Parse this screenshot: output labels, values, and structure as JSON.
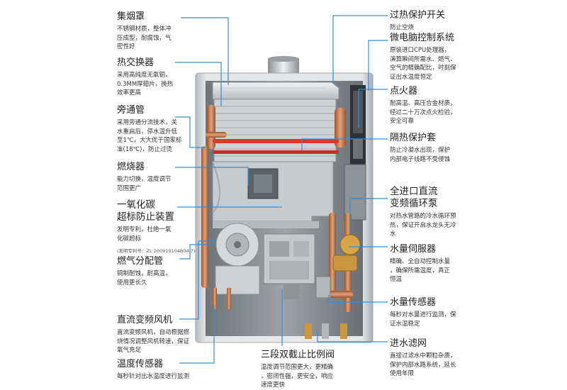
{
  "components": {
    "hood": {
      "title": "集烟罩",
      "desc": "不锈钢材质，整体冲\n压成型，耐腐蚀，气\n密性好"
    },
    "exchanger": {
      "title": "热交换器",
      "desc": "采用高纯度无氧铜，\n0.3MM厚翅片，换热\n效率更高"
    },
    "bypass": {
      "title": "旁通管",
      "desc": "采用旁通分流技术，关\n水重启后，停水温升低\n至1℃，大大优于国家标\n准(18℃)，防止过烫"
    },
    "burner": {
      "title": "燃烧器",
      "desc": "能力切换，温度调节\n范围更广"
    },
    "co": {
      "title": "一氧化碳\n超标防止装置",
      "desc": "发明专利，杜绝一氧\n化碳超标",
      "note": "(发明专利号：ZL 200910104B04.7)"
    },
    "gas_pipe": {
      "title": "燃气分配管",
      "desc": "铜制耐蚀，耐高温，\n使用更长久"
    },
    "fan": {
      "title": "直流变频风机",
      "desc": "直流变频风机，自动根据燃\n烧情况调整风机转速，保证\n氧气充足"
    },
    "temp_sensor": {
      "title": "温度传感器",
      "desc": "每秒针对出水温度进行监测"
    },
    "valve": {
      "title": "三段双截止比例阀",
      "desc": "温度调节范围更大，更精确\n，密闭性强，更安全，响应\n速度更快"
    },
    "overheat": {
      "title": "过热保护开关",
      "desc": "防止空烧"
    },
    "cpu": {
      "title": "微电脑控制系统",
      "desc": "原装进口CPU处理器，\n演算瞬间所需水、燃气、\n空气的精确配比，时刻保\n证出水温度恒定"
    },
    "igniter": {
      "title": "点火器",
      "desc": "耐高温、高压合金材质，\n经过二十万次点火检验，\n安全可靠"
    },
    "shield": {
      "title": "隔热保护套",
      "desc": "防止冷凝水出现，保护\n内部电子线路不受侵蚀"
    },
    "pump": {
      "title": "全进口直流\n变频循环泵",
      "desc": "对热水管路的冷水循环预\n热，保证开启水龙头无冷\n水"
    },
    "servo": {
      "title": "水量伺服器",
      "desc": "精确、全自动控制水量\n，确保所需温度，真正\n恒温"
    },
    "flow_sensor": {
      "title": "水量传感器",
      "desc": "每秒对水量进行监测，保\n证水温稳定"
    },
    "filter": {
      "title": "进水滤网",
      "desc": "直接过滤水中颗粒杂质，\n保护内部水路系统，延长\n使用年限"
    }
  },
  "colors": {
    "accent_line": "#2e8fe0",
    "copper": "#c8774a",
    "red_tube": "#d8392c",
    "casing": "#d9dadb"
  }
}
